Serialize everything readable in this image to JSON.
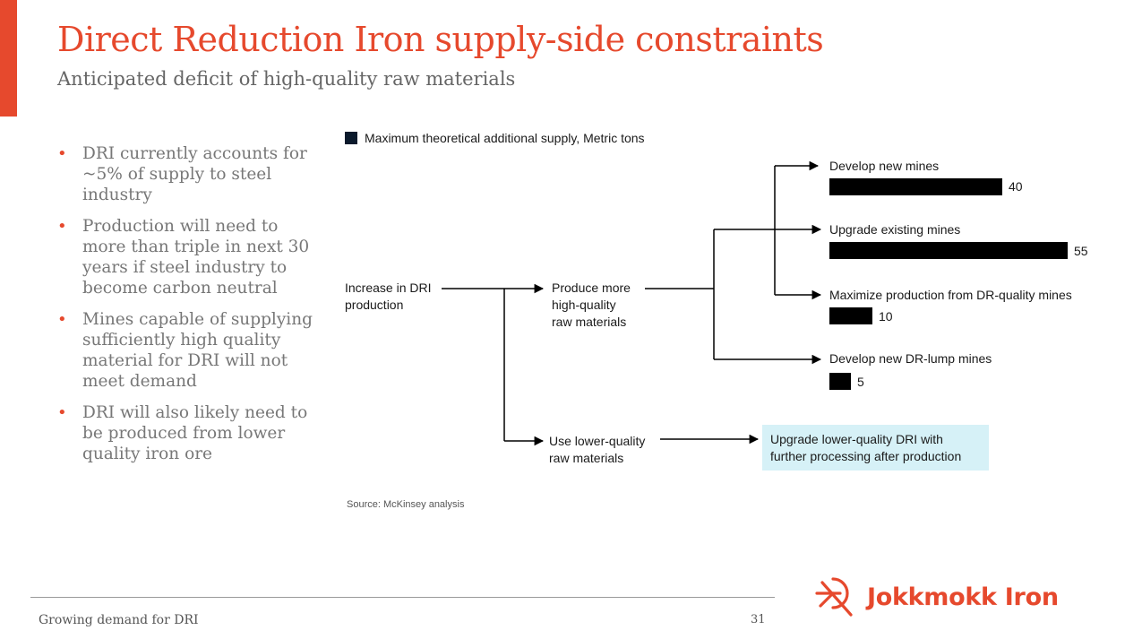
{
  "slide": {
    "title": "Direct Reduction Iron supply-side constraints",
    "subtitle": "Anticipated deficit of high-quality raw materials",
    "accent_color": "#e6492d"
  },
  "bullets": [
    "DRI currently accounts for ~5% of supply to steel industry",
    "Production will need to more than triple in next 30 years if steel industry to become carbon neutral",
    "Mines capable of supplying sufficiently high quality material for DRI will not meet demand",
    "DRI will also likely need to be produced from lower quality iron ore"
  ],
  "diagram": {
    "legend": "Maximum theoretical additional supply, Metric tons",
    "nodes": {
      "root": [
        "Increase in DRI",
        "production"
      ],
      "produce": [
        "Produce more",
        "high-quality",
        "raw materials"
      ],
      "lower": [
        "Use lower-quality",
        "raw materials"
      ],
      "upgrade_box": [
        "Upgrade lower-quality DRI with",
        "further processing after production"
      ]
    },
    "options": [
      {
        "label": "Develop new mines",
        "value": 40
      },
      {
        "label": "Upgrade existing mines",
        "value": 55
      },
      {
        "label": "Maximize production from DR-quality mines",
        "value": 10
      },
      {
        "label": "Develop new DR-lump mines",
        "value": 5
      }
    ],
    "box_color": "#d6f1f7",
    "source": "Source: McKinsey analysis"
  },
  "footer": {
    "section": "Growing demand for DRI",
    "page_number": "31",
    "logo_text": "Jokkmokk Iron"
  }
}
